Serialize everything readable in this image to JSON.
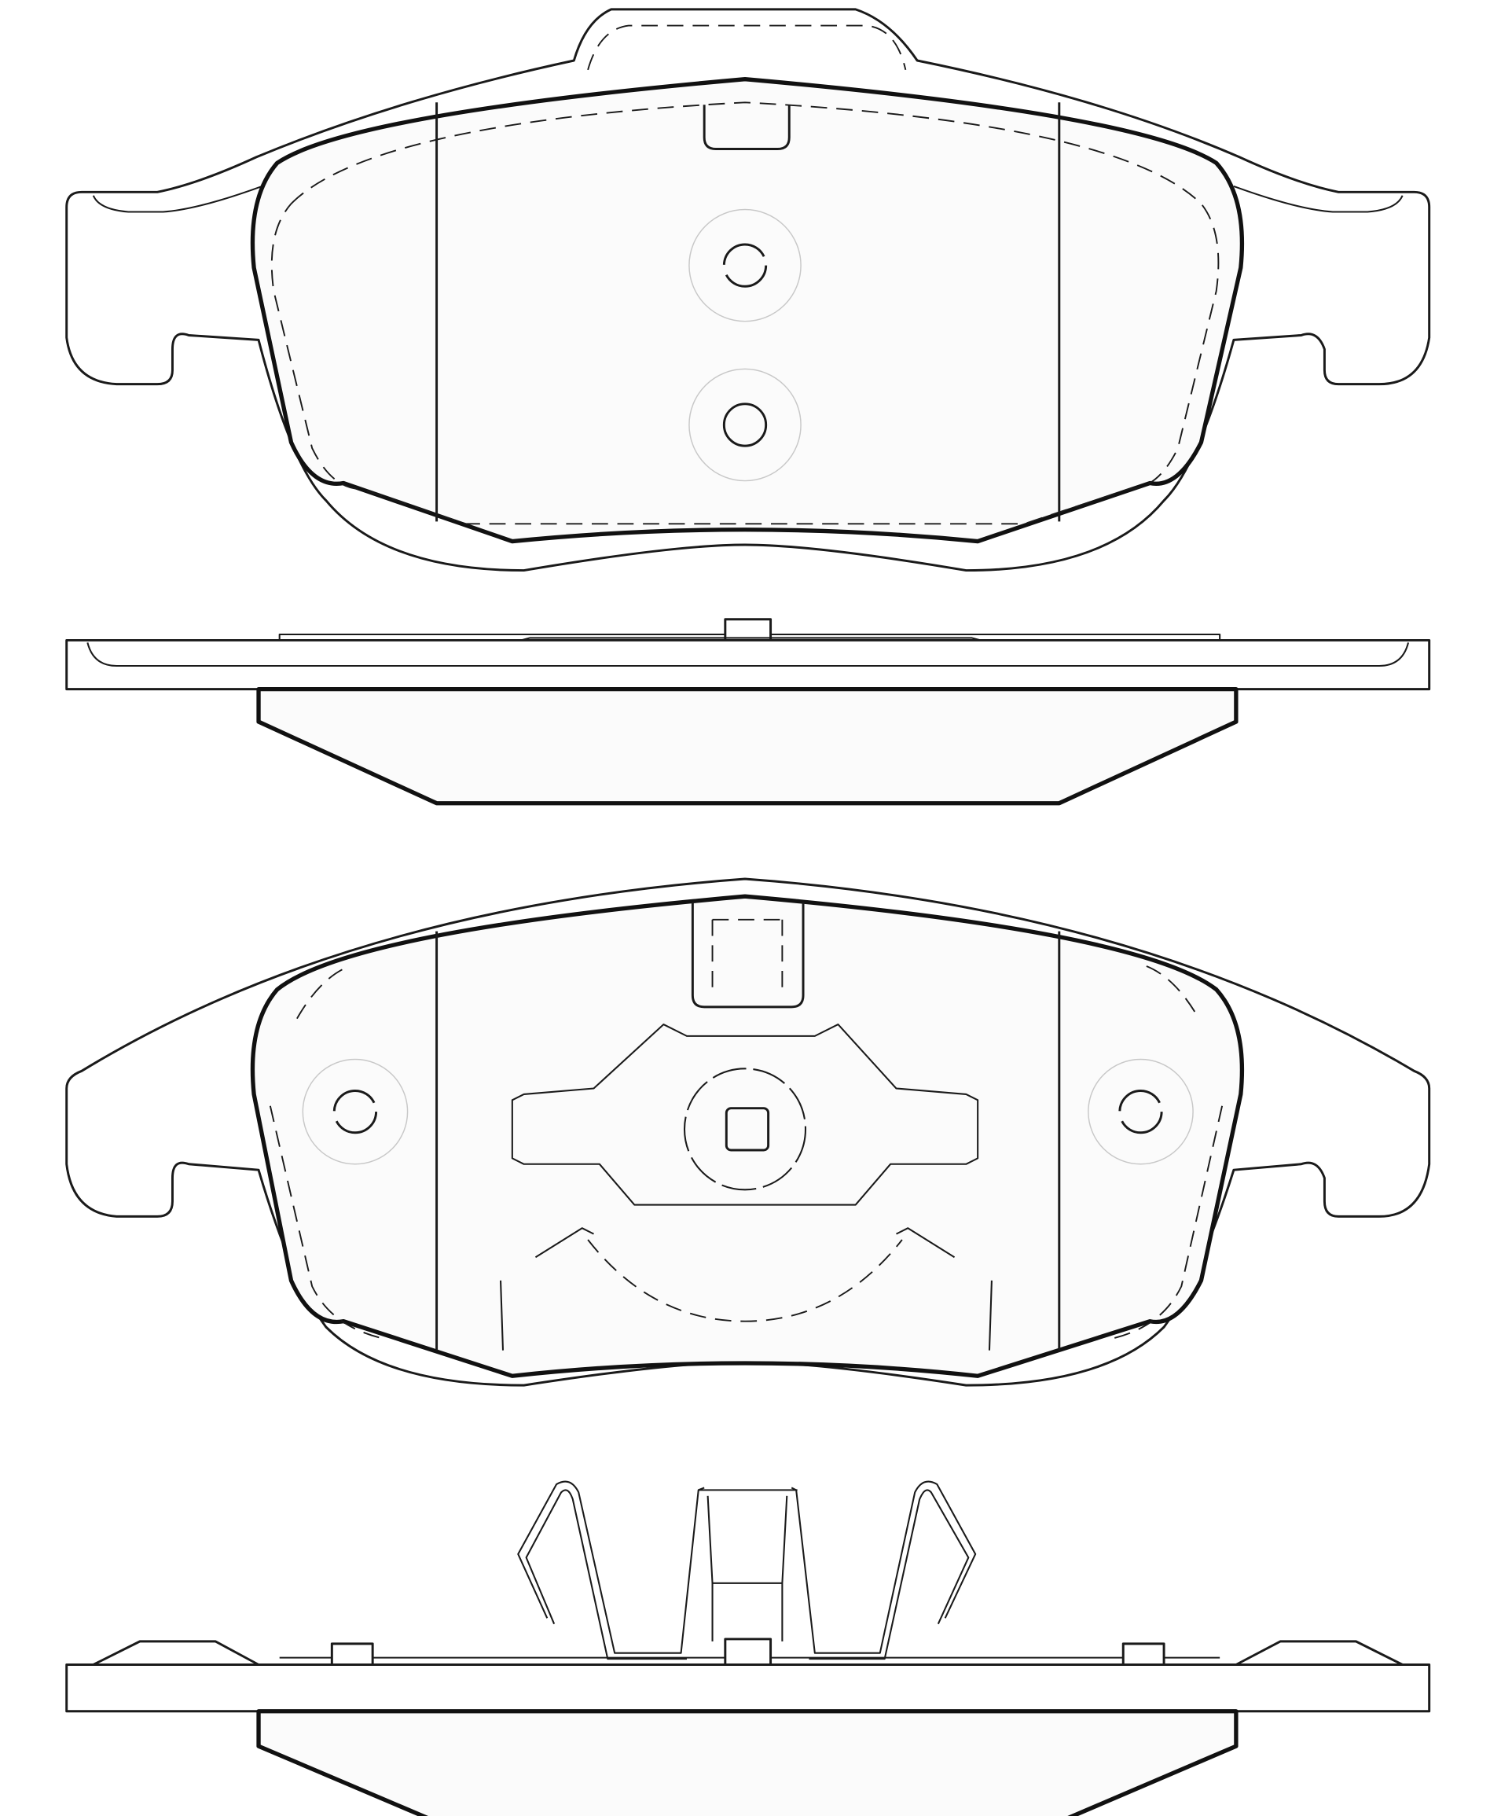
{
  "drawing": {
    "subject": "",
    "views": [
      "front-view-pad-1",
      "side-view-pad-1",
      "front-view-pad-2",
      "side-view-pad-2"
    ],
    "colors": {
      "line": "#1a1a1a",
      "background": "#ffffff",
      "hatch": "#c8c8c8"
    }
  }
}
